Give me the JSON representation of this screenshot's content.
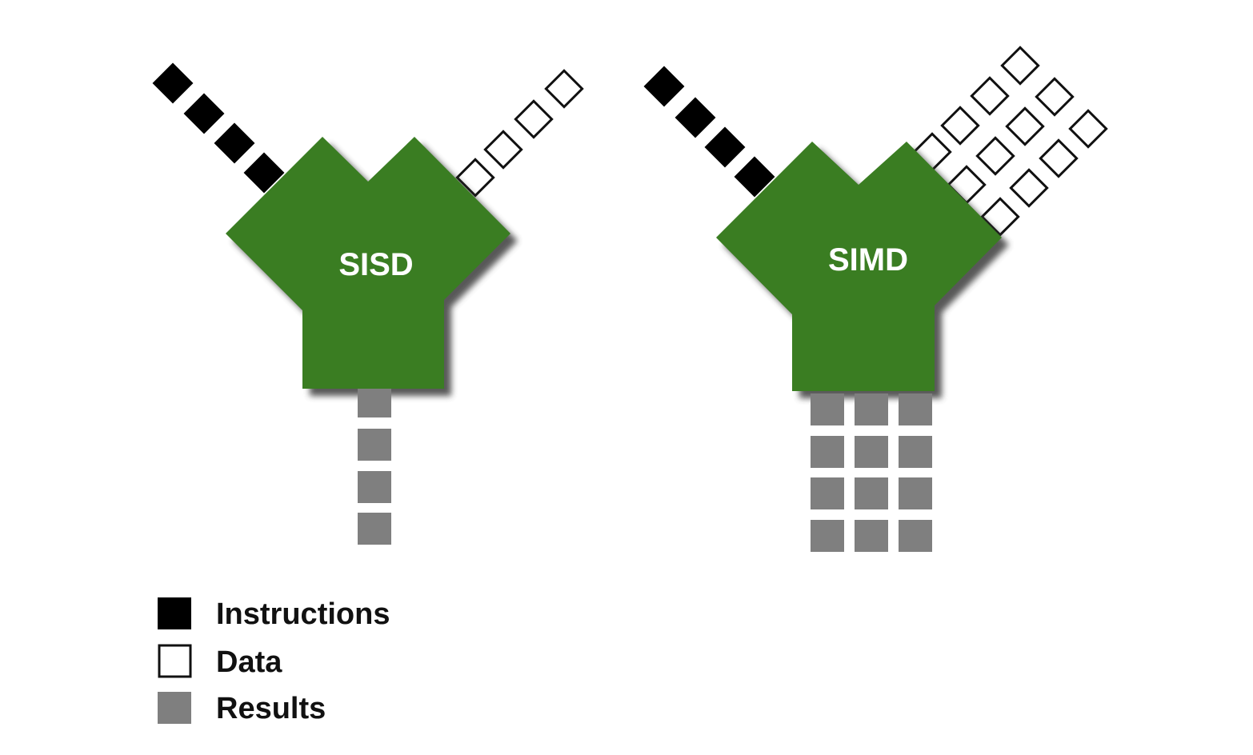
{
  "colors": {
    "processor": "#3a7d22",
    "processor_shadow": "#3a3a3a",
    "instruction": "#000000",
    "data_fill": "#ffffff",
    "data_stroke": "#111111",
    "result": "#7f7f7f",
    "label_text": "#ffffff"
  },
  "processors": [
    {
      "id": "sisd",
      "label": "SISD",
      "instruction_streams": 1,
      "instructions_per_stream": 4,
      "data_streams": 1,
      "data_per_stream": 4,
      "result_streams": 1,
      "results_per_stream": 4
    },
    {
      "id": "simd",
      "label": "SIMD",
      "instruction_streams": 1,
      "instructions_per_stream": 4,
      "data_streams": 3,
      "data_per_stream": 4,
      "result_streams": 3,
      "results_per_stream": 4
    }
  ],
  "legend": [
    {
      "key": "instruction",
      "label": "Instructions",
      "swatch_icon": "filled-black-square-icon"
    },
    {
      "key": "data",
      "label": "Data",
      "swatch_icon": "outlined-white-square-icon"
    },
    {
      "key": "result",
      "label": "Results",
      "swatch_icon": "filled-gray-square-icon"
    }
  ]
}
